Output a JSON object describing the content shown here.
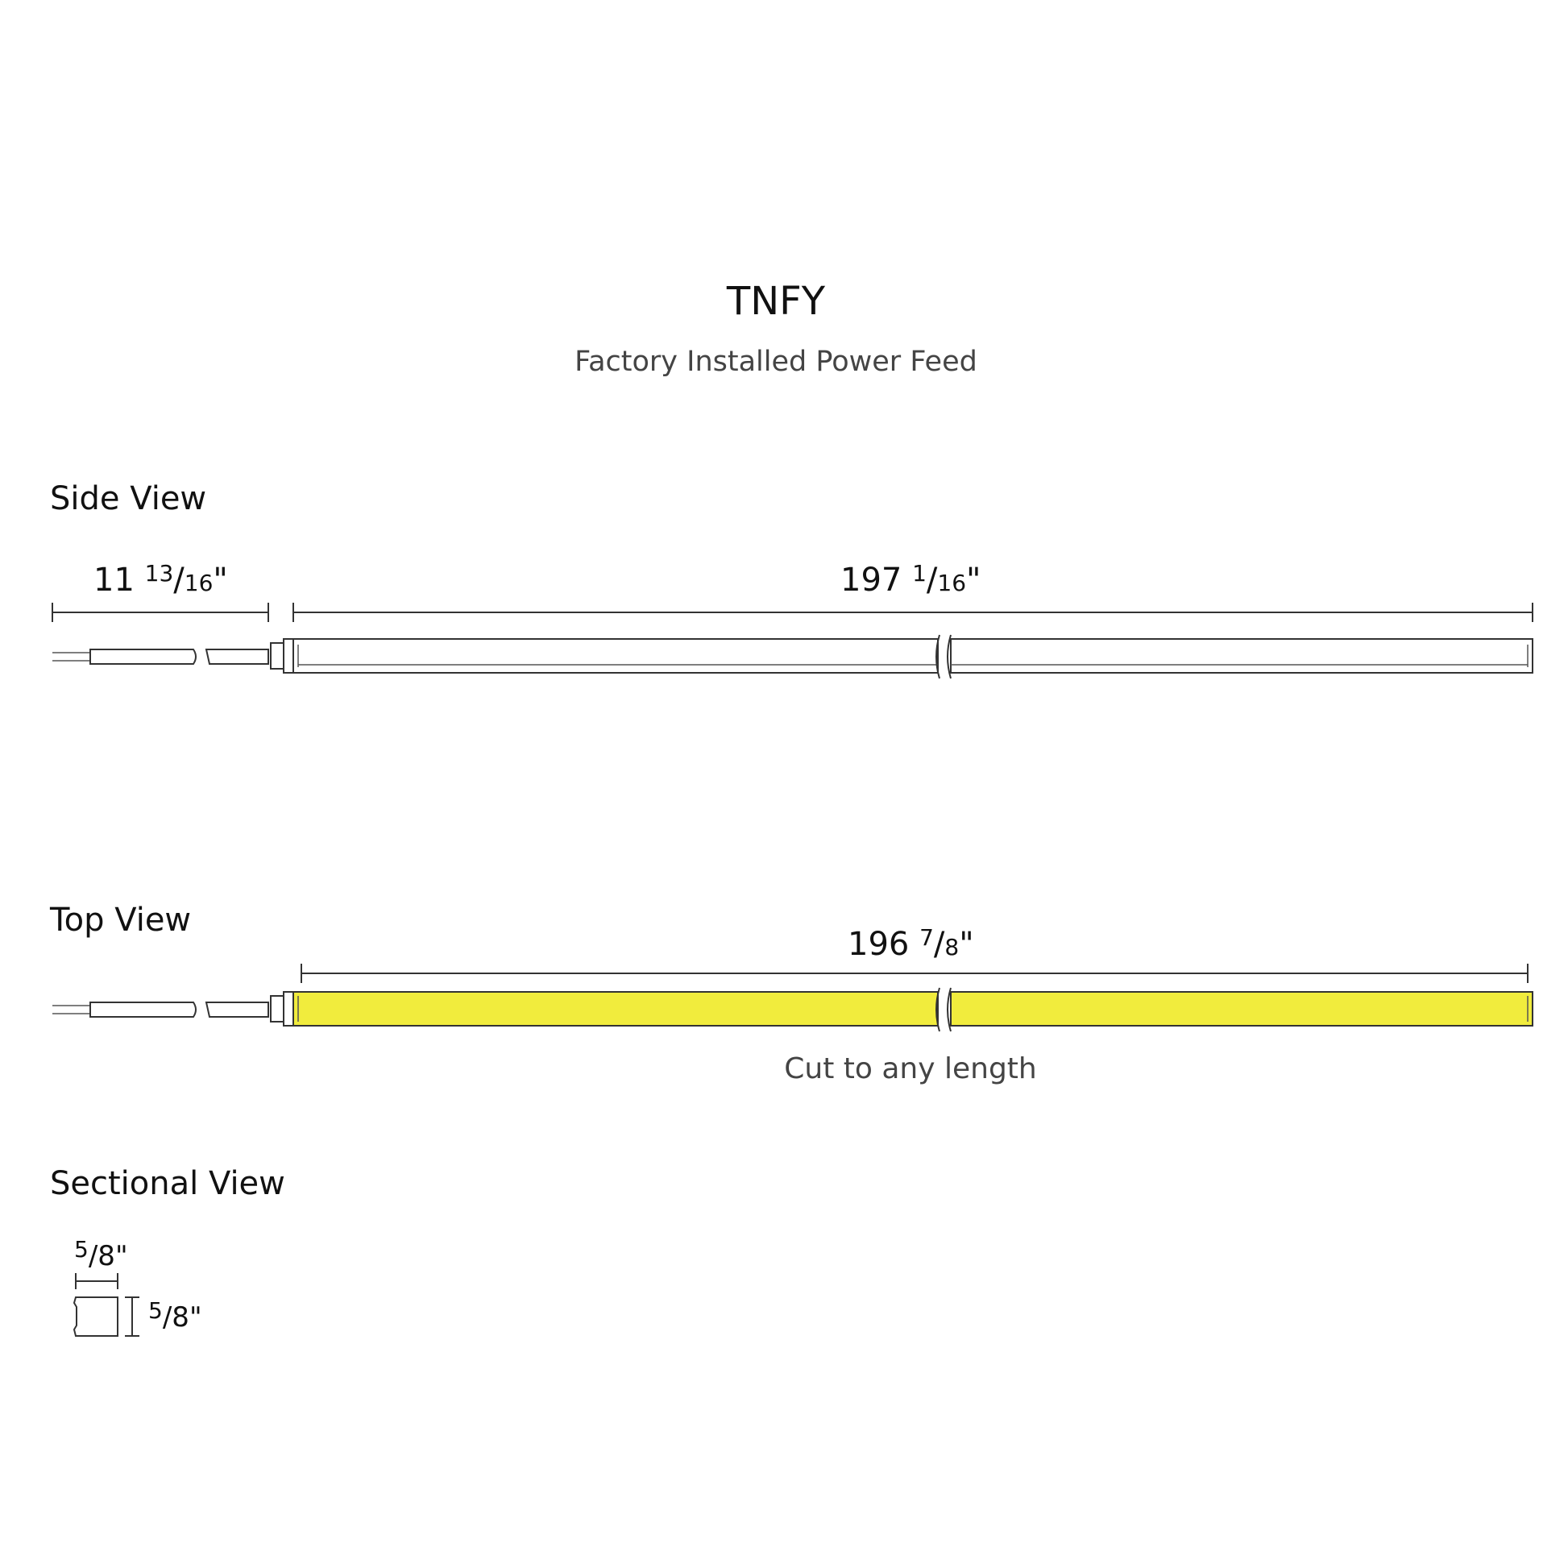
{
  "title": "TNFY",
  "subtitle": "Factory Installed Power Feed",
  "side_view": {
    "heading": "Side View",
    "lead_length": {
      "whole": "11 ",
      "num": "13",
      "den": "16",
      "unit": "\""
    },
    "fixture_length": {
      "whole": "197 ",
      "num": "1",
      "den": "16",
      "unit": "\""
    }
  },
  "top_view": {
    "heading": "Top View",
    "fixture_length": {
      "whole": "196 ",
      "num": "7",
      "den": "8",
      "unit": "\""
    },
    "note": "Cut to any length",
    "led_color": "#f1ec3d"
  },
  "sectional_view": {
    "heading": "Sectional View",
    "width": {
      "num": "5",
      "den": "8",
      "unit": "\""
    },
    "height": {
      "num": "5",
      "den": "8",
      "unit": "\""
    }
  }
}
